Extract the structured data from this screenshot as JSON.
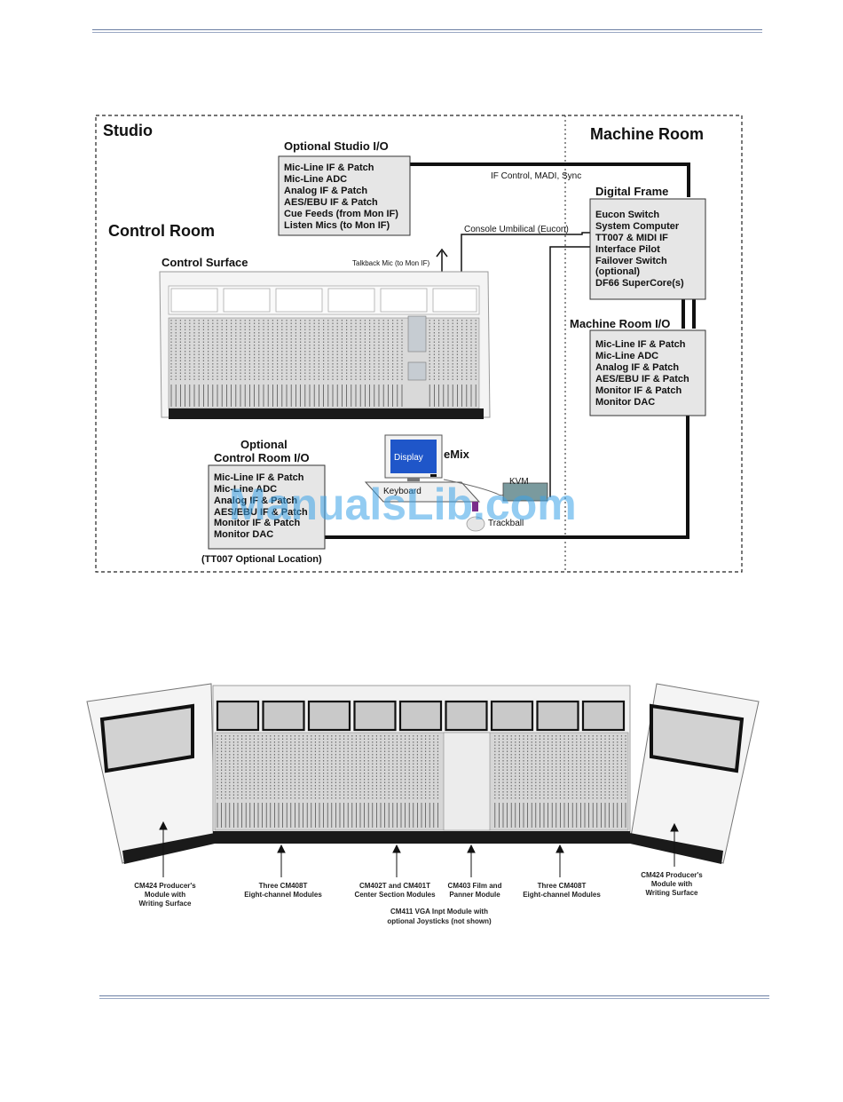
{
  "diagram": {
    "zones": {
      "studio": "Studio",
      "machine_room": "Machine Room",
      "control_room": "Control Room"
    },
    "optional_studio_io": {
      "title": "Optional Studio I/O",
      "items": [
        "Mic-Line IF & Patch",
        "Mic-Line ADC",
        "Analog IF & Patch",
        "AES/EBU IF & Patch",
        "Cue Feeds (from Mon IF)",
        "Listen Mics (to Mon IF)"
      ]
    },
    "digital_frame": {
      "title": "Digital Frame",
      "items": [
        "Eucon Switch",
        "System Computer",
        "TT007 & MIDI IF",
        "Interface Pilot",
        "Failover Switch",
        "(optional)",
        "DF66 SuperCore(s)"
      ]
    },
    "machine_room_io": {
      "title": "Machine Room I/O",
      "items": [
        "Mic-Line IF & Patch",
        "Mic-Line ADC",
        "Analog IF & Patch",
        "AES/EBU IF & Patch",
        "Monitor IF & Patch",
        "Monitor DAC"
      ]
    },
    "control_room_io": {
      "title_line1": "Optional",
      "title_line2": "Control Room I/O",
      "items": [
        "Mic-Line IF & Patch",
        "Mic-Line ADC",
        "Analog IF & Patch",
        "AES/EBU IF & Patch",
        "Monitor IF & Patch",
        "Monitor DAC"
      ],
      "note": "(TT007 Optional Location)"
    },
    "control_surface_label": "Control Surface",
    "labels": {
      "if_control": "IF Control, MADI, Sync",
      "console_umbilical": "Console Umbilical (Eucon)",
      "talkback": "Talkback Mic (to Mon IF)",
      "display": "Display",
      "emix": "eMix",
      "keyboard": "Keyboard",
      "kvm": "KVM",
      "trackball": "Trackball"
    },
    "watermark": "ManualsLib.com"
  },
  "console": {
    "callouts": [
      {
        "lines": [
          "CM424 Producer's",
          "Module with",
          "Writing Surface"
        ]
      },
      {
        "lines": [
          "Three CM408T",
          "Eight-channel Modules"
        ]
      },
      {
        "lines": [
          "CM402T and CM401T",
          "Center Section Modules"
        ]
      },
      {
        "lines": [
          "CM403 Film and",
          "Panner Module"
        ]
      },
      {
        "lines": [
          "Three CM408T",
          "Eight-channel Modules"
        ]
      },
      {
        "lines": [
          "CM424 Producer's",
          "Module with",
          "Writing Surface"
        ]
      },
      {
        "lines": [
          "CM411 VGA Inpt Module with",
          "optional Joysticks (not shown)"
        ]
      }
    ]
  },
  "colors": {
    "rule": "#6b7fa3",
    "box_fill": "#e6e6e6",
    "display_screen": "#1f56c9",
    "watermark": "#3aa2e8"
  }
}
